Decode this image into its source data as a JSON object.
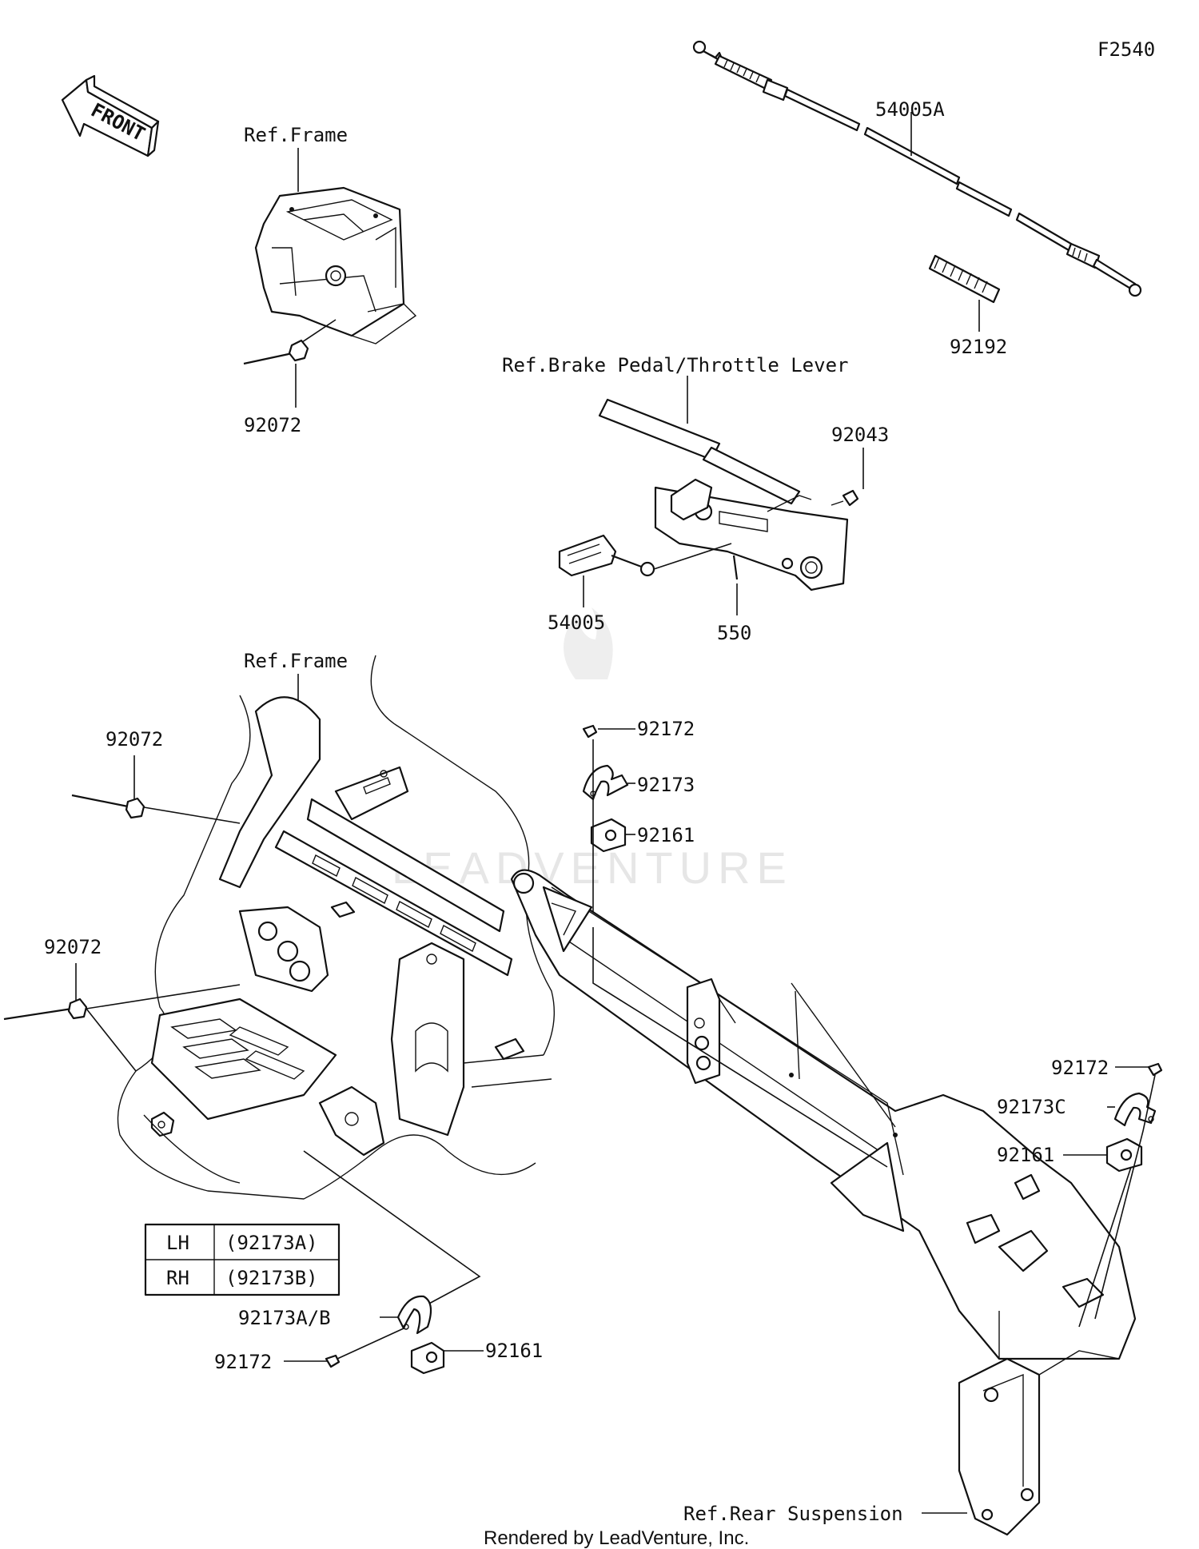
{
  "figure_code": "F2540",
  "front_arrow_text": "FRONT",
  "watermark": "LEADVENTURE",
  "footer": "Rendered by LeadVenture, Inc.",
  "refs": {
    "frame_top": "Ref.Frame",
    "frame_bottom": "Ref.Frame",
    "brake_pedal": "Ref.Brake Pedal/Throttle Lever",
    "rear_suspension": "Ref.Rear Suspension"
  },
  "parts": {
    "p54005A": "54005A",
    "p92192": "92192",
    "p92072_top": "92072",
    "p92043": "92043",
    "p54005": "54005",
    "p550": "550",
    "p92072_left1": "92072",
    "p92072_left2": "92072",
    "p92172_top": "92172",
    "p92173": "92173",
    "p92161_top": "92161",
    "p92172_right": "92172",
    "p92173C": "92173C",
    "p92161_right": "92161",
    "p92173AB": "92173A/B",
    "p92172_bottom": "92172",
    "p92161_bottom": "92161"
  },
  "legend_table": {
    "rows": [
      {
        "side": "LH",
        "part": "(92173A)"
      },
      {
        "side": "RH",
        "part": "(92173B)"
      }
    ]
  }
}
